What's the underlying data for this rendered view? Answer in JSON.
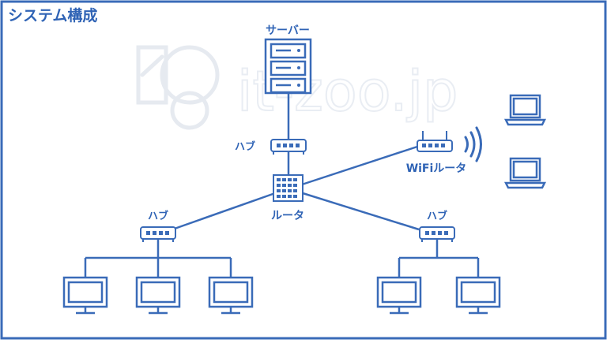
{
  "title": "システム構成",
  "watermark": "it-zoo.jp",
  "labels": {
    "server": "サーバー",
    "hub_top": "ハブ",
    "router": "ルータ",
    "wifi_router": "WiFiルータ",
    "hub_left": "ハブ",
    "hub_right": "ハブ"
  },
  "colors": {
    "line": "#3a6bb8",
    "frame": "#3a6bb8",
    "fill": "#ffffff",
    "text": "#2f63b5",
    "watermark": "#e9edf3"
  },
  "icons": {
    "server": "server-rack-icon",
    "hub": "network-hub-icon",
    "router": "router-grid-icon",
    "wifi_router": "wifi-router-icon",
    "monitor": "desktop-monitor-icon",
    "laptop": "laptop-icon"
  }
}
